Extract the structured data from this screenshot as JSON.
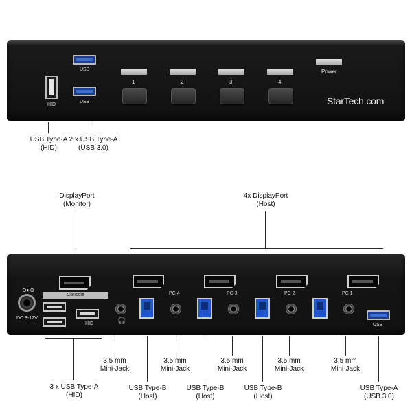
{
  "front": {
    "usb_top_label": "USB",
    "usb_bottom_label": "USB",
    "hid_label": "HID",
    "button_numbers": [
      "1",
      "2",
      "3",
      "4"
    ],
    "power_label": "Power",
    "brand": "StarTech.com"
  },
  "front_callouts": {
    "hid_line1": "USB Type-A",
    "hid_line2": "(HID)",
    "usb3_line1": "2 x USB Type-A",
    "usb3_line2": "(USB 3.0)"
  },
  "rear": {
    "console_label": "Console",
    "hid_label": "HID",
    "dc_label": "DC 9-12V",
    "pc_labels": [
      "PC 4",
      "PC 3",
      "PC 2",
      "PC 1"
    ],
    "usb_label": "USB"
  },
  "rear_callouts": {
    "dp_monitor_line1": "DisplayPort",
    "dp_monitor_line2": "(Monitor)",
    "dp_host_line1": "4x DisplayPort",
    "dp_host_line2": "(Host)",
    "hid_line1": "3 x USB Type-A",
    "hid_line2": "(HID)",
    "mini_jack_line1": "3.5 mm",
    "mini_jack_line2": "Mini-Jack",
    "usbb_line1": "USB Type-B",
    "usbb_line2": "(Host)",
    "usba_line1": "USB Type-A",
    "usba_line2": "(USB 3.0)"
  }
}
